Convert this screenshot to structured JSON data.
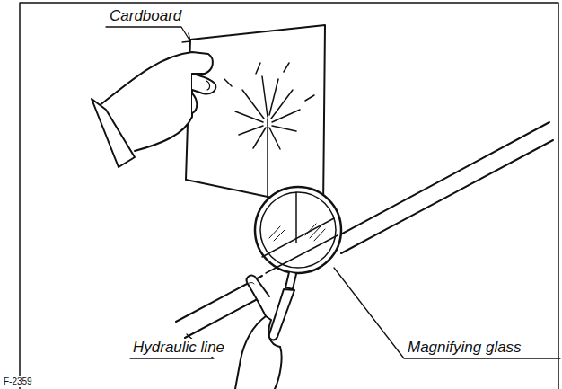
{
  "diagram": {
    "labels": [
      "Cardboard",
      "Hydraulic line",
      "Magnifying glass",
      "F-2359"
    ]
  }
}
